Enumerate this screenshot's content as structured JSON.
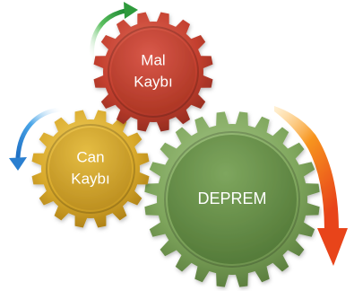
{
  "diagram": {
    "gears": [
      {
        "id": "mal-kaybi",
        "lines": [
          "Mal",
          "Kaybı"
        ],
        "color": "#c8483a"
      },
      {
        "id": "can-kaybi",
        "lines": [
          "Can",
          "Kaybı"
        ],
        "color": "#d6a72e"
      },
      {
        "id": "deprem",
        "lines": [
          "DEPREM"
        ],
        "color": "#6f9a4e"
      }
    ],
    "arrows": [
      {
        "id": "green-arrow",
        "color": "#2e9a3c"
      },
      {
        "id": "blue-arrow",
        "color": "#2a7fd0"
      },
      {
        "id": "orange-arrow",
        "color": "#f07a14"
      }
    ]
  }
}
